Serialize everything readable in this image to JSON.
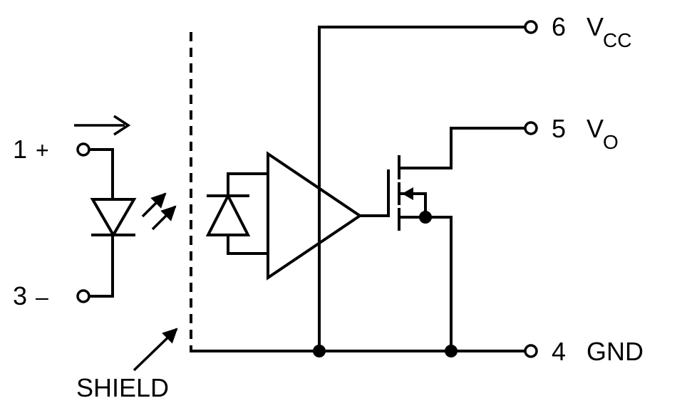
{
  "pins": {
    "pin1": {
      "number": "1",
      "polarity": "+"
    },
    "pin3": {
      "number": "3",
      "polarity": "–"
    },
    "pin6": {
      "number": "6",
      "name": "V",
      "sub": "CC"
    },
    "pin5": {
      "number": "5",
      "name": "V",
      "sub": "O"
    },
    "pin4": {
      "number": "4",
      "name": "GND"
    }
  },
  "shield_label": "SHIELD"
}
